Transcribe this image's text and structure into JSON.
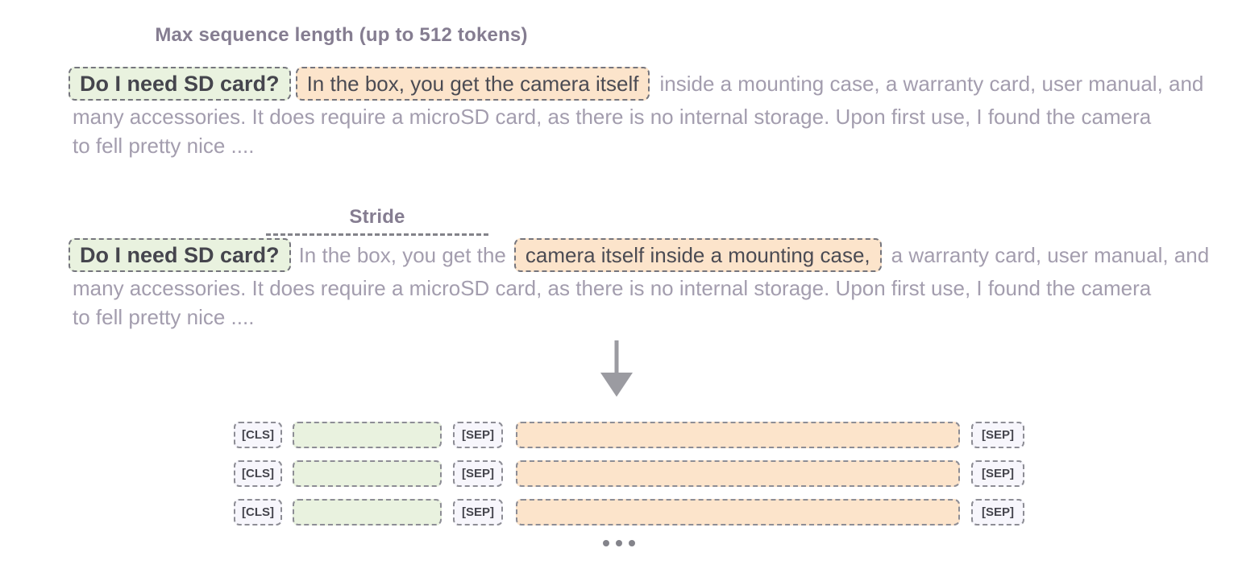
{
  "labels": {
    "max_sequence": "Max sequence length (up to 512 tokens)",
    "stride": "Stride"
  },
  "question": "Do I need SD card?",
  "window1": {
    "highlight": "In the box, you get the camera itself",
    "rest_line1": "inside a mounting case, a warranty card, user manual, and",
    "line2": "many accessories. It does require a microSD card, as there is no internal storage. Upon first use, I found the camera",
    "line3": "to fell pretty nice ...."
  },
  "window2": {
    "pre_text": "In the box, you get the",
    "highlight": "camera itself inside a mounting case,",
    "rest_line1": "a warranty card, user manual, and",
    "line2": "many accessories. It does require a microSD card, as there is no internal storage. Upon first use, I found the camera",
    "line3": "to fell pretty nice ...."
  },
  "tokens": {
    "cls": "[CLS]",
    "sep": "[SEP]"
  },
  "colors": {
    "question_highlight": "#e9f2df",
    "context_highlight": "#fce4cb",
    "token_label_bg": "#f7f6fc",
    "dashed_border": "#75757d",
    "dark_text": "#45454d",
    "faded_text": "#9a93a6",
    "muted_label_text": "#7b7288",
    "arrow_gray": "#9b9ba1"
  }
}
